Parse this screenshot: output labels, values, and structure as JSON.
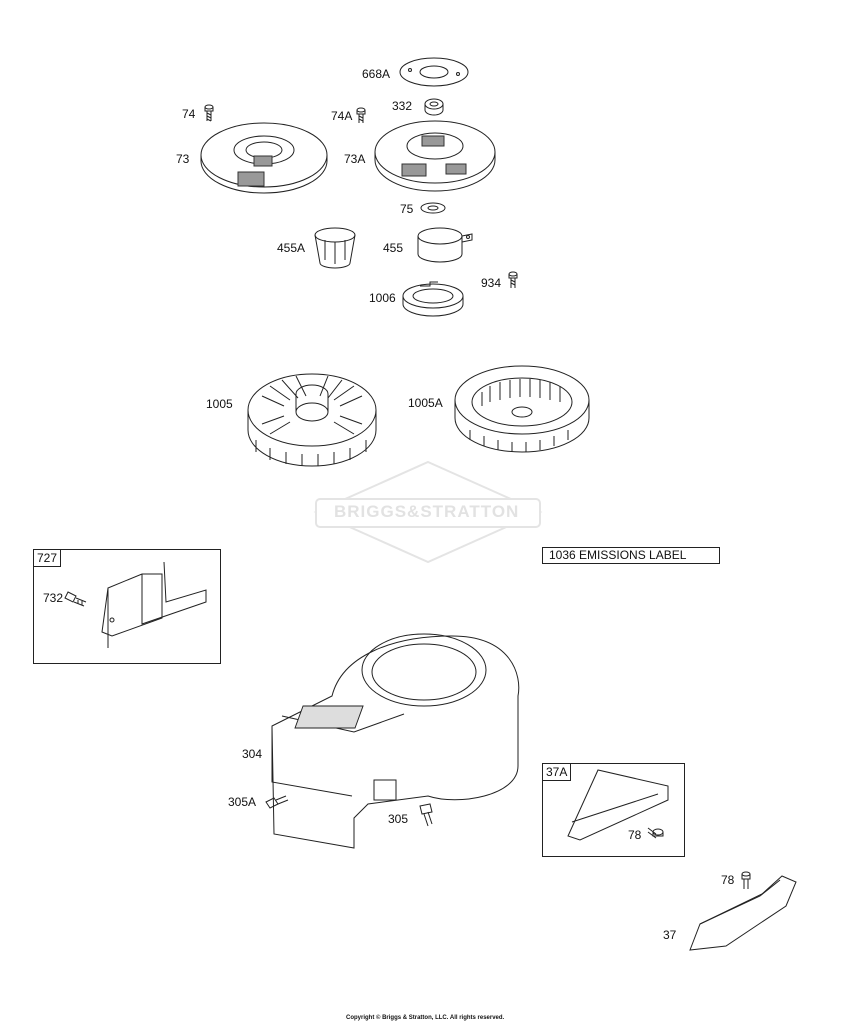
{
  "labels": {
    "p668A": "668A",
    "p332": "332",
    "p74": "74",
    "p74A": "74A",
    "p73": "73",
    "p73A": "73A",
    "p75": "75",
    "p455A": "455A",
    "p455": "455",
    "p934": "934",
    "p1006": "1006",
    "p1005": "1005",
    "p1005A": "1005A",
    "p727": "727",
    "p732": "732",
    "p304": "304",
    "p305A": "305A",
    "p305": "305",
    "p37A": "37A",
    "p78a": "78",
    "p78b": "78",
    "p37": "37"
  },
  "emissions_label": "1036 EMISSIONS LABEL",
  "watermark": "BRIGGS&STRATTON",
  "copyright": "Copyright © Briggs & Stratton, LLC. All rights reserved.",
  "colors": {
    "line": "#222222",
    "watermark": "#e2e2e2",
    "background": "#ffffff"
  }
}
